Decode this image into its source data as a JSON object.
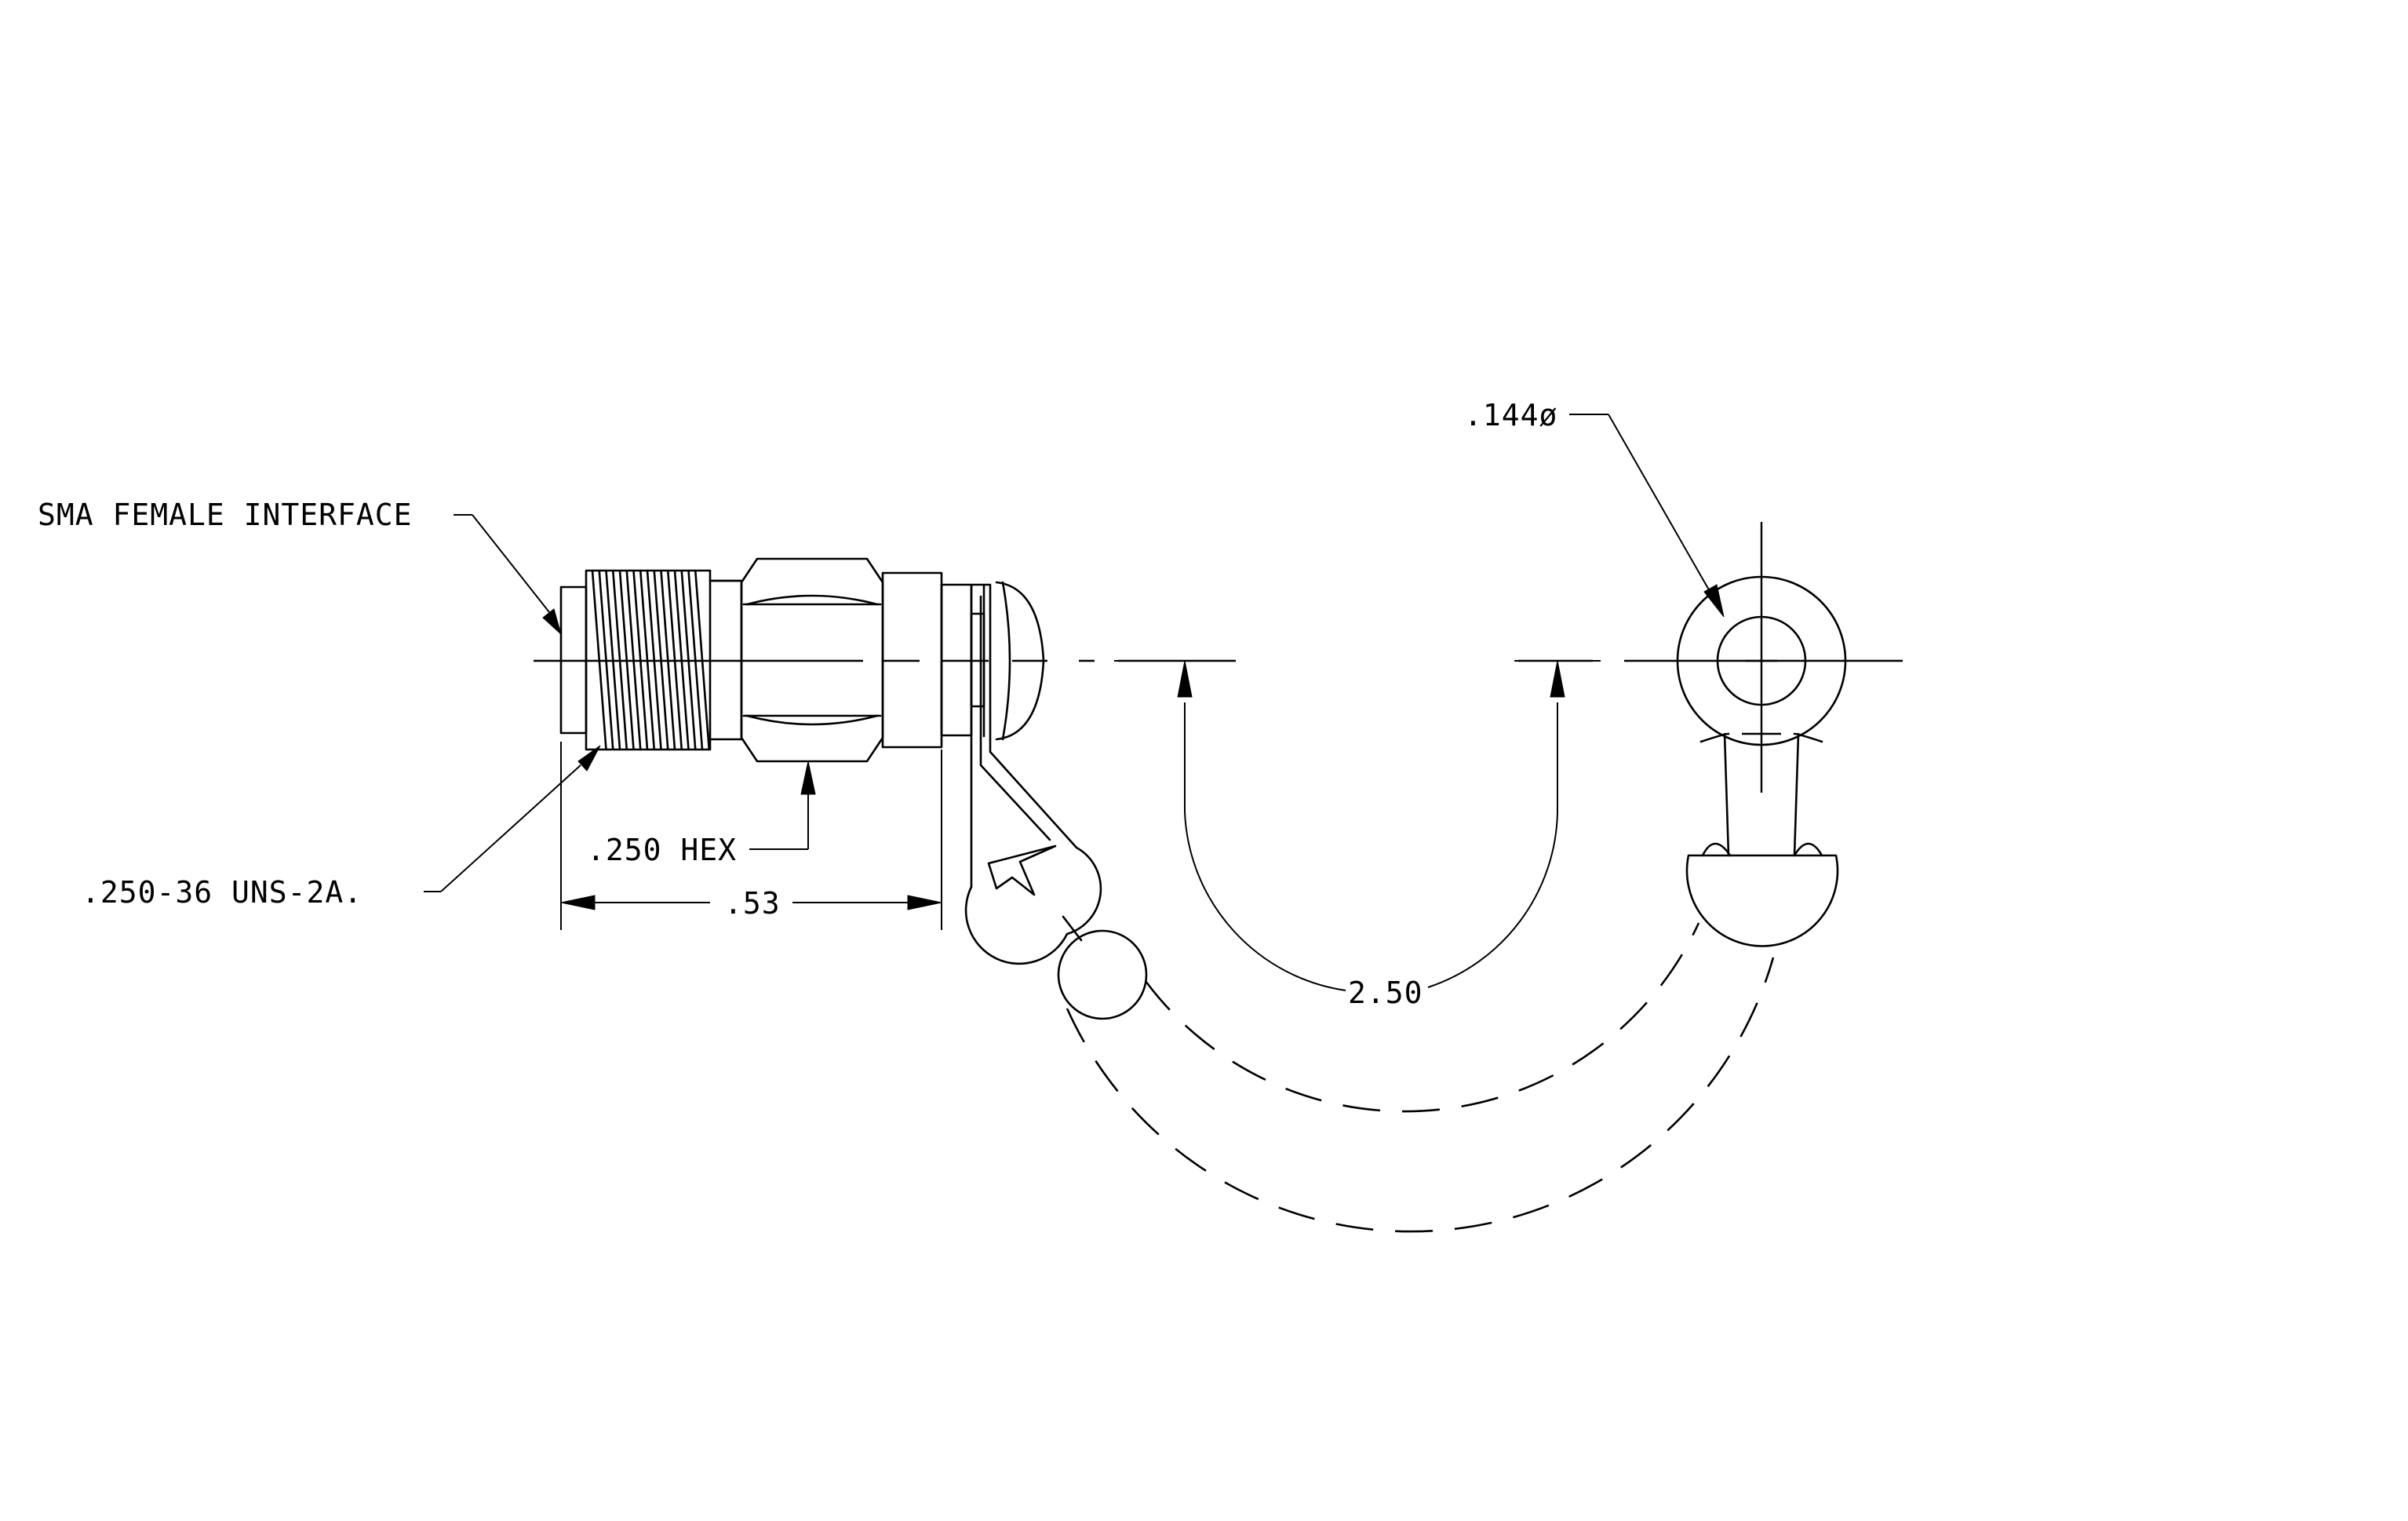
{
  "drawing": {
    "labels": {
      "interface": "SMA FEMALE INTERFACE",
      "thread": ".250-36 UNS-2A.",
      "hex": ".250 HEX",
      "length": ".53",
      "chain_length": "2.50",
      "hole_diameter": ".144ø"
    },
    "line_color": "#000000",
    "background_color": "#ffffff"
  }
}
